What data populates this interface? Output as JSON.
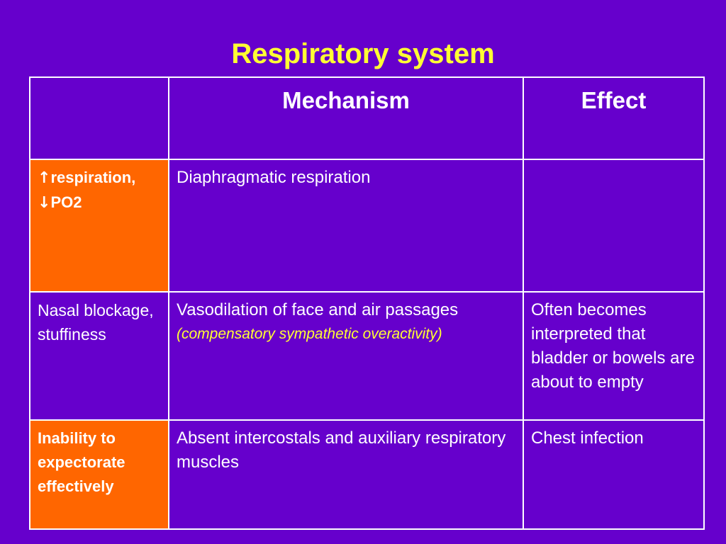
{
  "slide": {
    "title": "Respiratory system"
  },
  "table": {
    "headers": [
      "",
      "Mechanism",
      "Effect"
    ],
    "rows": [
      {
        "condition_line1": "respiration,",
        "condition_line2": "PO2",
        "arrow_up": "↑",
        "arrow_down": "↓",
        "mechanism": "Diaphragmatic respiration",
        "effect": ""
      },
      {
        "condition": "Nasal blockage, stuffiness",
        "mechanism": "Vasodilation of face and air passages",
        "mechanism_note": "(compensatory sympathetic overactivity)",
        "effect": "Often becomes interpreted that bladder or bowels are about to empty"
      },
      {
        "condition": "Inability to expectorate effectively",
        "mechanism": "Absent intercostals and auxiliary respiratory muscles",
        "effect": "Chest infection"
      }
    ]
  },
  "colors": {
    "background": "#6600cc",
    "title": "#ffff33",
    "highlight_cell": "#ff6600",
    "text": "#ffffff",
    "note": "#ffff33"
  }
}
